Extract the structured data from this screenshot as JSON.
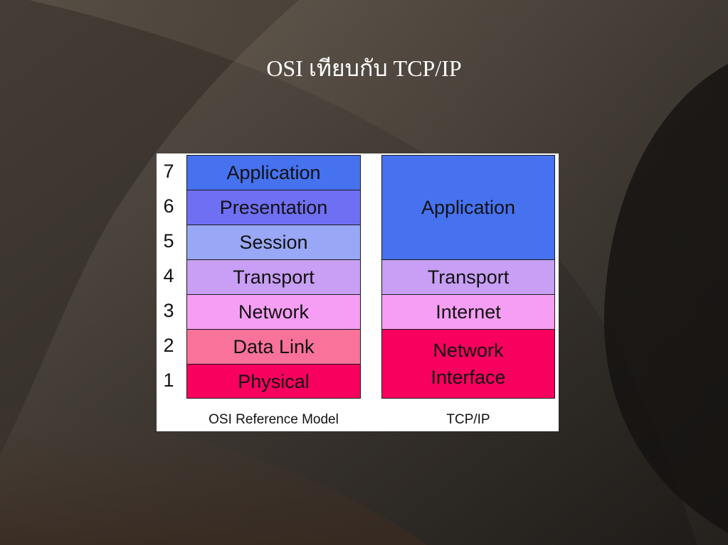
{
  "slide": {
    "title": "OSI เทียบกับ TCP/IP"
  },
  "osi": {
    "caption": "OSI Reference Model",
    "layers": [
      {
        "number": "7",
        "name": "Application",
        "color": "#4672f0"
      },
      {
        "number": "6",
        "name": "Presentation",
        "color": "#6f6ff4"
      },
      {
        "number": "5",
        "name": "Session",
        "color": "#99a8f6"
      },
      {
        "number": "4",
        "name": "Transport",
        "color": "#c89ff4"
      },
      {
        "number": "3",
        "name": "Network",
        "color": "#f69ef4"
      },
      {
        "number": "2",
        "name": "Data Link",
        "color": "#f8729a"
      },
      {
        "number": "1",
        "name": "Physical",
        "color": "#f8005e"
      }
    ]
  },
  "tcpip": {
    "caption": "TCP/IP",
    "layers": [
      {
        "name": "Application",
        "color": "#4672f0"
      },
      {
        "name": "Transport",
        "color": "#c89ff4"
      },
      {
        "name": "Internet",
        "color": "#f69ef4"
      },
      {
        "name": "Network Interface",
        "line1": "Network",
        "line2": "Interface",
        "color": "#f8005e"
      }
    ]
  }
}
